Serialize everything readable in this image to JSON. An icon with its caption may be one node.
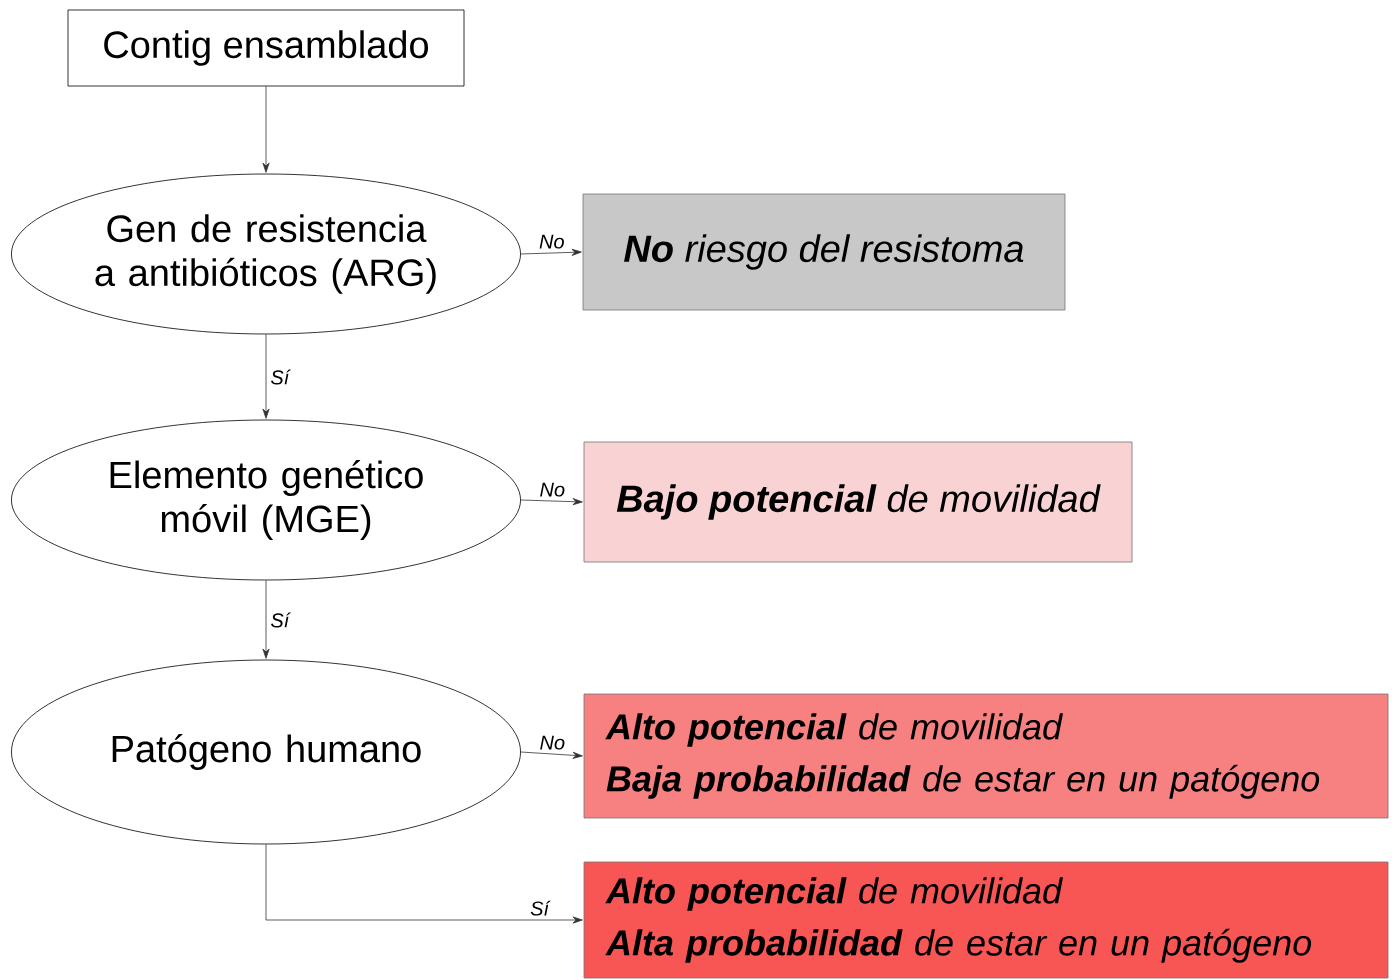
{
  "diagram": {
    "nodes": [
      {
        "text": [
          "Contig ensamblado"
        ]
      },
      {
        "text": [
          "Gen de resistencia a antibióticos (ARG)"
        ]
      },
      {
        "text": [
          "**No** riesgo del resistoma"
        ]
      },
      {
        "text": [
          "Elemento genético móvil (MGE)"
        ]
      },
      {
        "text": [
          "**Bajo potencial** de movilidad"
        ]
      },
      {
        "text": [
          "Patógeno humano"
        ]
      },
      {
        "text": [
          "**Alto potencial** de movilidad",
          "**Baja probabilidad** de estar en un patógeno"
        ]
      },
      {
        "text": [
          "**Alto potencial** de movilidad",
          "**Alta probabilidad** de estar en un patógeno"
        ]
      }
    ],
    "edges": [
      {
        "from": 0,
        "to": 1,
        "arrow": "to"
      },
      {
        "from": 1,
        "to": 2,
        "arrow": "to",
        "label": "No"
      },
      {
        "from": 1,
        "to": 3,
        "arrow": "to",
        "label": "Sí"
      },
      {
        "from": 3,
        "to": 4,
        "arrow": "to",
        "label": "No"
      },
      {
        "from": 3,
        "to": 5,
        "arrow": "to",
        "label": "Sí"
      },
      {
        "from": 5,
        "to": 6,
        "arrow": "to",
        "label": "No"
      },
      {
        "from": 5,
        "to": 7,
        "arrow": "to",
        "label": "Sí"
      }
    ]
  }
}
